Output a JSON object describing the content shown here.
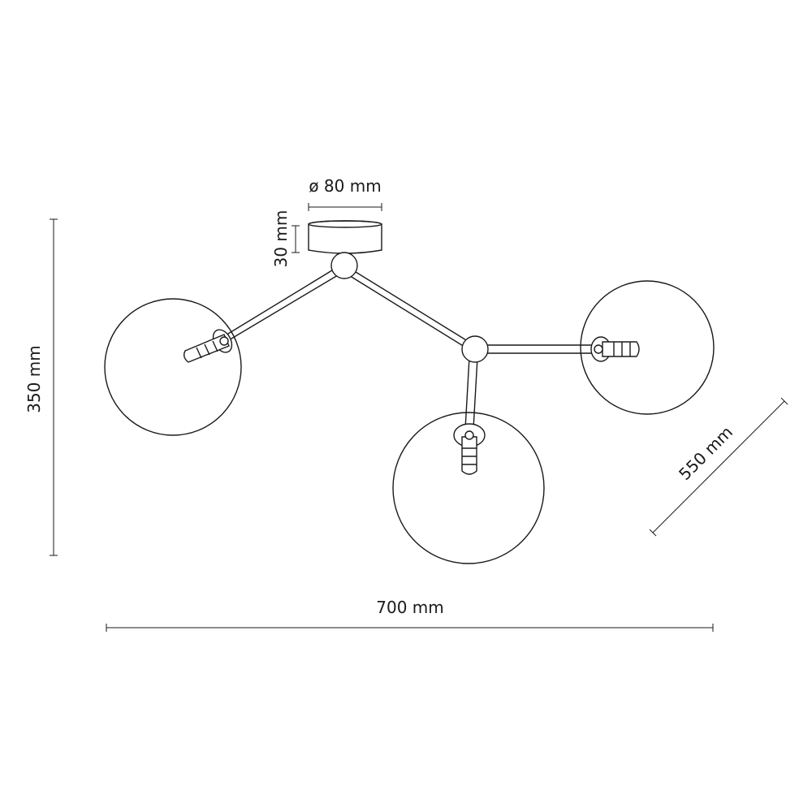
{
  "dimensions": {
    "canopy_diameter": "ø 80 mm",
    "canopy_height": "30 mm",
    "total_height": "350 mm",
    "depth": "550 mm",
    "width": "700 mm"
  }
}
